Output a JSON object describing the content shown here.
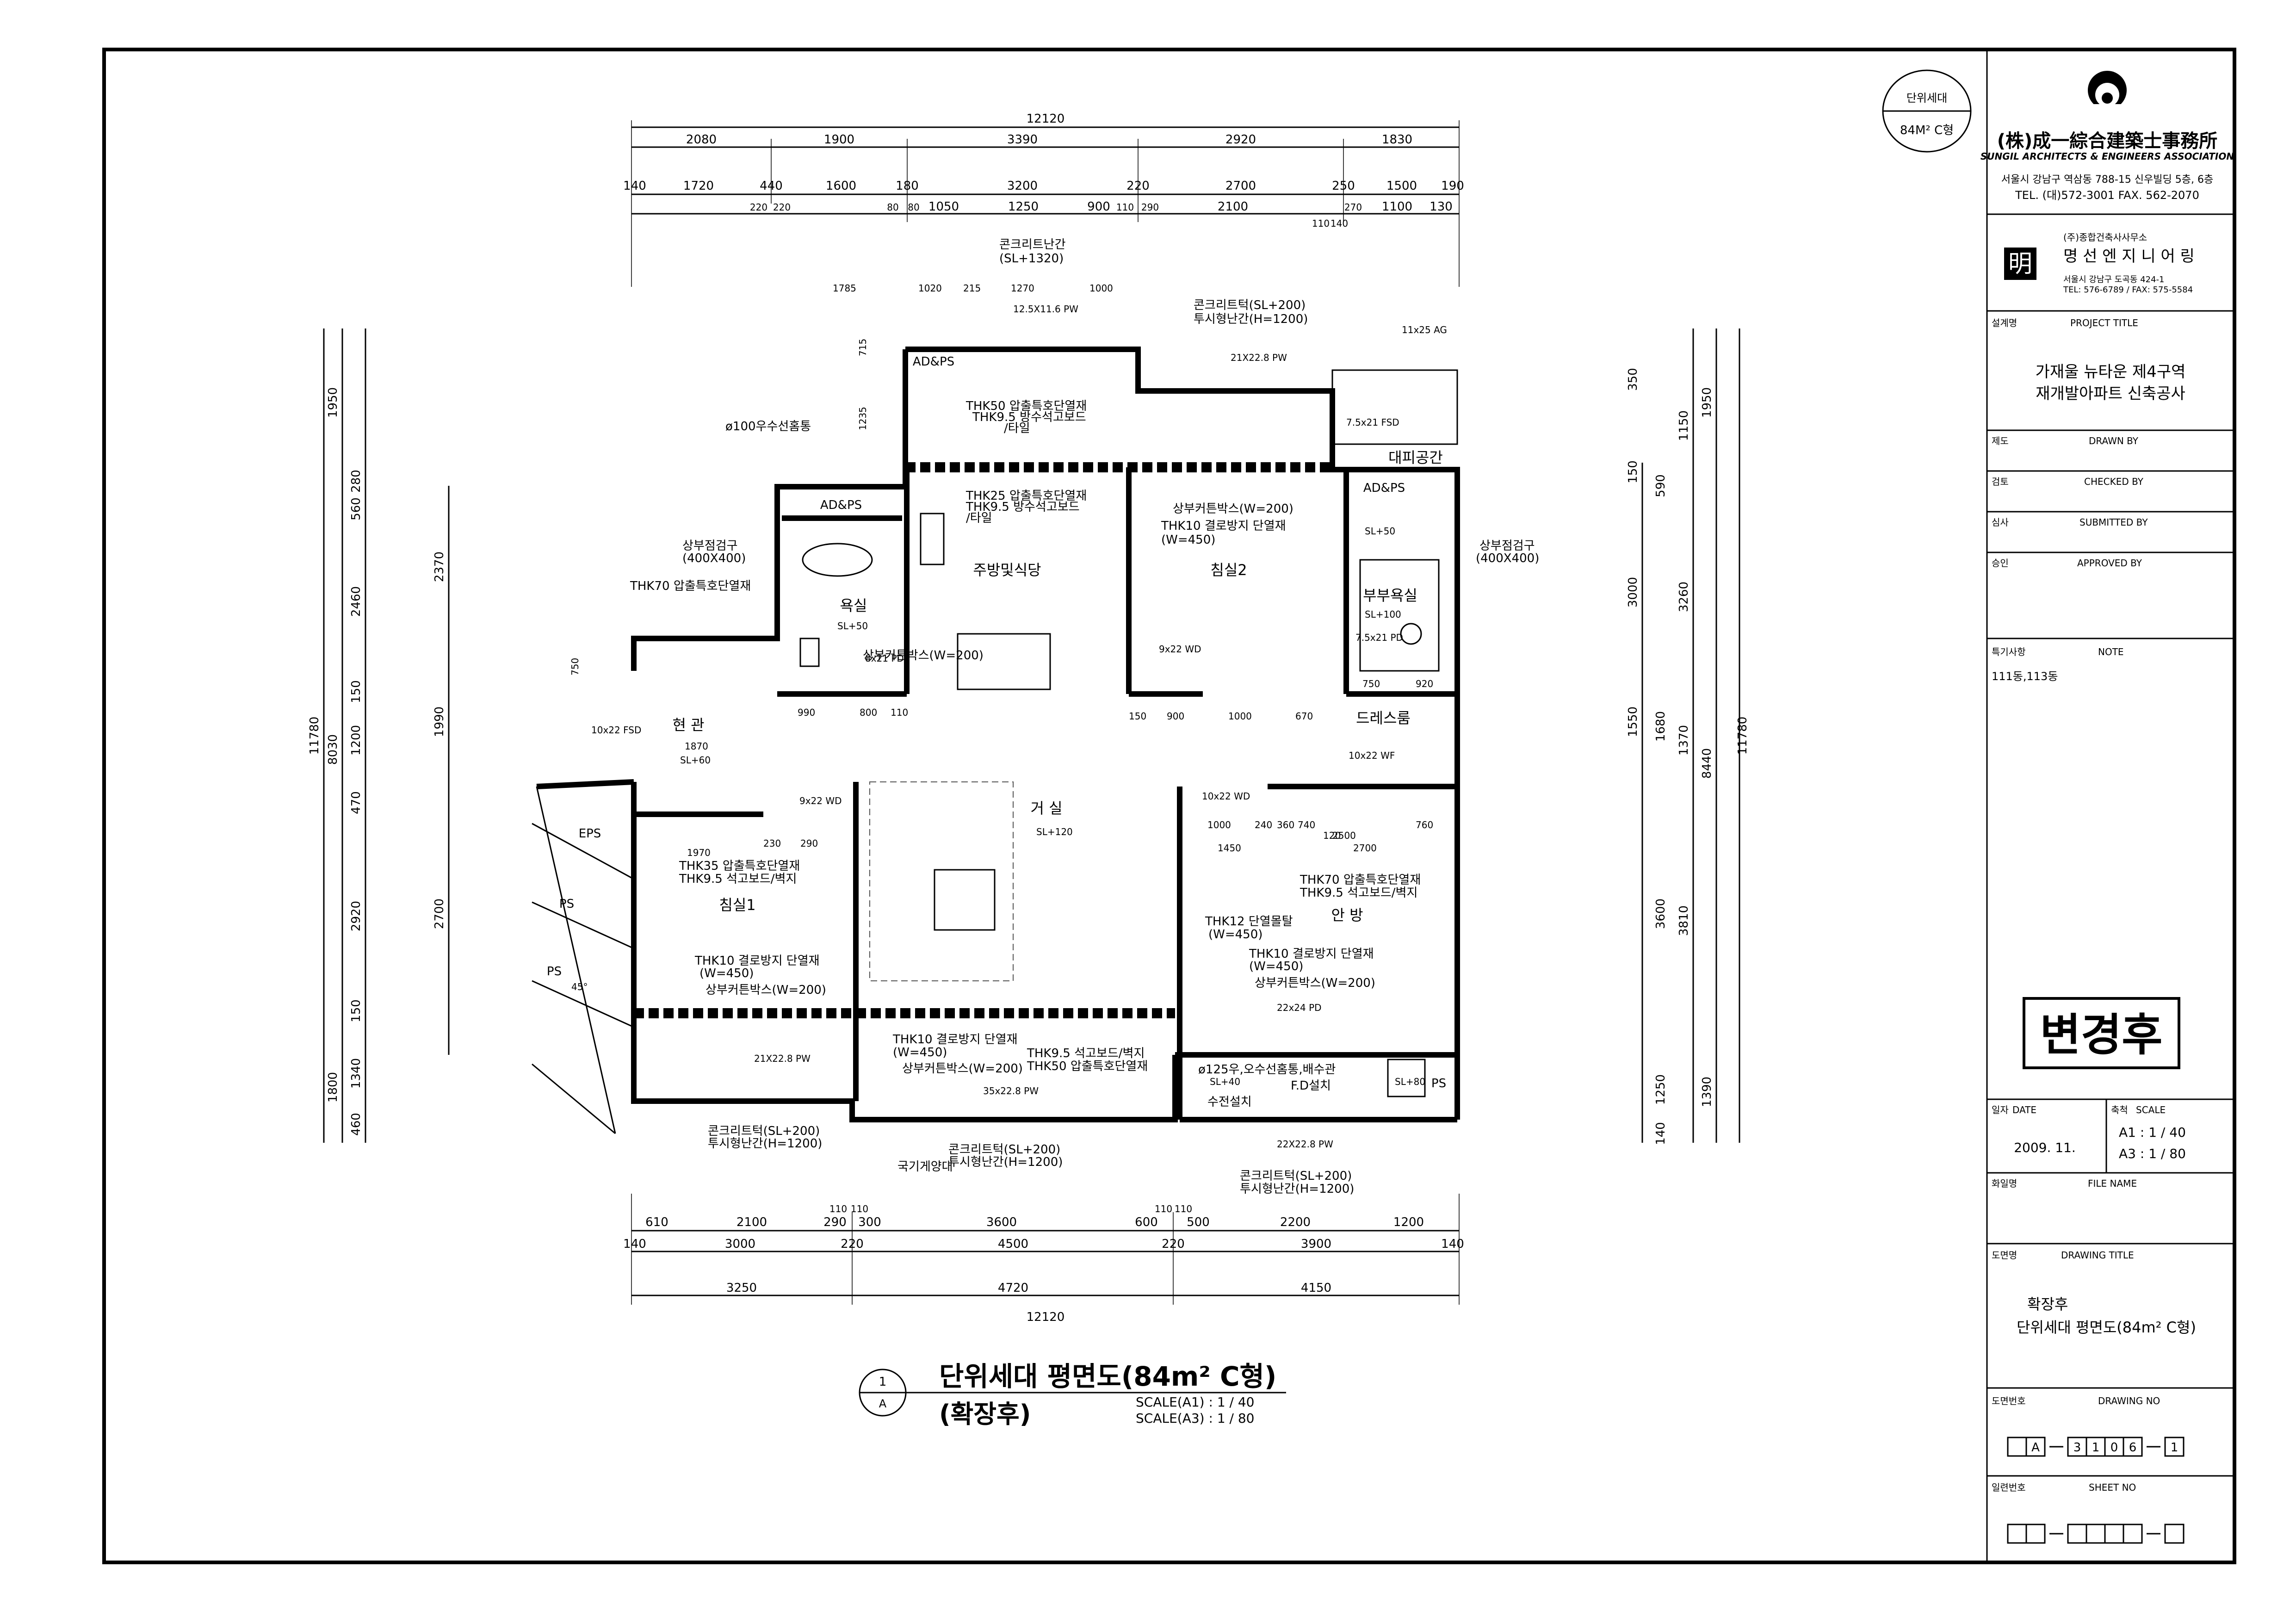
{
  "stamp": {
    "line1": "단위세대",
    "line2": "84M² C형"
  },
  "firm": {
    "name": "(株)成一綜合建築士事務所",
    "name_en": "SUNGIL ARCHITECTS & ENGINEERS ASSOCIATION",
    "address": "서울시 강남구 역삼동 788-15 신우빌딩 5층, 6층",
    "tel": "TEL. (대)572-3001  FAX. 562-2070"
  },
  "consultant": {
    "logo_char": "明",
    "line1": "(주)종합건축사사무소",
    "name": "명 선 엔 지 니 어 링",
    "address": "서울시 강남구 도곡동 424-1",
    "tel": "TEL: 576-6789 / FAX: 575-5584"
  },
  "project": {
    "label_kr": "설계명",
    "label_en": "PROJECT TITLE",
    "title1": "가재울 뉴타운 제4구역",
    "title2": "재개발아파트 신축공사"
  },
  "signoffs": [
    {
      "kr": "제도",
      "en": "DRAWN BY"
    },
    {
      "kr": "검토",
      "en": "CHECKED BY"
    },
    {
      "kr": "심사",
      "en": "SUBMITTED BY"
    },
    {
      "kr": "승인",
      "en": "APPROVED BY"
    }
  ],
  "note": {
    "label_kr": "특기사항",
    "label_en": "NOTE",
    "text": "111동,113동"
  },
  "revision_stamp": "변경후",
  "date": {
    "label_kr": "일자",
    "label_en": "DATE",
    "value": "2009. 11."
  },
  "scale": {
    "label_kr": "축척",
    "label_en": "SCALE",
    "a1": "A1 :  1  / 40",
    "a3": "A3 :  1  / 80"
  },
  "file": {
    "label_kr": "화일명",
    "label_en": "FILE NAME"
  },
  "drawing_title": {
    "label_kr": "도면명",
    "label_en": "DRAWING TITLE",
    "line1": "확장후",
    "line2": "단위세대 평면도(84m² C형)"
  },
  "drawing_no": {
    "label_kr": "도면번호",
    "label_en": "DRAWING NO",
    "cells": [
      "A",
      "3",
      "1",
      "0",
      "6",
      "1"
    ]
  },
  "sheet_no": {
    "label_kr": "일련번호",
    "label_en": "SHEET NO"
  },
  "plan_title": {
    "num": "1",
    "sheet": "A",
    "title": "단위세대 평면도(84m² C형)",
    "subtitle": "(확장후)",
    "scale_a1": "SCALE(A1) : 1 / 40",
    "scale_a3": "SCALE(A3) : 1 / 80"
  },
  "rooms": {
    "entrance": "현 관",
    "bath": "욕실",
    "kitchen": "주방및식당",
    "bed2": "침실2",
    "master_bath": "부부욕실",
    "dress": "드레스룸",
    "living": "거 실",
    "bed1": "침실1",
    "master": "안 방",
    "refuge": "대피공간",
    "adps1": "AD&PS",
    "adps2": "AD&PS",
    "adps3": "AD&PS",
    "eps": "EPS",
    "ps1": "PS",
    "ps2": "PS",
    "ps3": "PS"
  },
  "dims_top": {
    "total": "12120",
    "row1": [
      "2080",
      "1900",
      "3390",
      "2920",
      "1830"
    ],
    "row2": [
      "140",
      "1720",
      "440",
      "1600",
      "180",
      "3200",
      "220",
      "2700",
      "250",
      "1500",
      "190"
    ],
    "row3": [
      "220",
      "220",
      "80",
      "80",
      "1050",
      "1250",
      "900",
      "110",
      "290",
      "2100",
      "110",
      "140",
      "270",
      "1100",
      "130"
    ]
  },
  "dims_bottom": {
    "row1": [
      "610",
      "2100",
      "110",
      "110",
      "290",
      "300",
      "3600",
      "600",
      "110",
      "110",
      "500",
      "2200",
      "1200"
    ],
    "row2": [
      "140",
      "3000",
      "220",
      "4500",
      "220",
      "3900",
      "140"
    ],
    "row3": [
      "3250",
      "4720",
      "4150"
    ],
    "total": "12120"
  },
  "dims_left": {
    "total": "11780",
    "row1": [
      "1950",
      "8030",
      "1800"
    ],
    "row2": [
      "280",
      "560",
      "2460",
      "150",
      "1200",
      "470",
      "2920",
      "150",
      "1340",
      "460"
    ],
    "row3": [
      "2370",
      "1990",
      "2700"
    ]
  },
  "dims_right": {
    "total": "11780",
    "row1": [
      "1950",
      "8440",
      "1390"
    ],
    "row2": [
      "1150",
      "3260",
      "1370",
      "3810"
    ],
    "row3": [
      "350",
      "150",
      "590",
      "3000",
      "1550",
      "1680",
      "3600",
      "1250",
      "140"
    ]
  },
  "annotations": [
    "콘크리트난간",
    "(SL+1320)",
    "콘크리트턱(SL+200)",
    "투시형난간(H=1200)",
    "12.5X11.6 PW",
    "21X22.8 PW",
    "11x25 AG",
    "7.5x21 FSD",
    "THK50 압출특호단열재",
    "THK9.5 방수석고보드",
    "/타일",
    "ø100우수선홈통",
    "THK25 압출특호단열재",
    "THK9.5 방수석고보드",
    "/타일",
    "상부커튼박스(W=200)",
    "THK10 결로방지 단열재",
    "(W=450)",
    "상부점검구",
    "(400X400)",
    "THK70 압출특호단열재",
    "SL+50",
    "SL+50",
    "8x21 PD",
    "9x22 WD",
    "7.5x21 PD",
    "SL+100",
    "10x22 FSD",
    "SL+60",
    "9x22 WD",
    "SL+120",
    "10x22 WD",
    "10x22 WF",
    "THK35 압출특호단열재",
    "THK9.5 석고보드/벽지",
    "THK70 압출특호단열재",
    "THK9.5 석고보드/벽지",
    "THK12 단열몰탈",
    "(W=450)",
    "THK10 결로방지 단열재",
    "(W=450)",
    "상부커튼박스(W=200)",
    "THK10 결로방지 단열재",
    "(W=450)",
    "상부커튼박스(W=200)",
    "22x24 PD",
    "THK10 결로방지 단열재",
    "(W=450)",
    "상부커튼박스(W=200)",
    "THK9.5 석고보드/벽지",
    "THK50 압출특호단열재",
    "21X22.8 PW",
    "35x22.8 PW",
    "ø125우,오수선홈통,배수관",
    "SL+40",
    "수전설치",
    "F.D설치",
    "SL+80",
    "22X22.8 PW",
    "콘크리트턱(SL+200)",
    "투시형난간(H=1200)",
    "콘크리트턱(SL+200)",
    "투시형난간(H=1200)",
    "국기게양대",
    "콘크리트턱(SL+200)",
    "투시형난간(H=1200)",
    "상부점검구",
    "(400X400)",
    "45°",
    "상부커튼박스(W=200)"
  ],
  "interior_dims": [
    "1785",
    "1020",
    "215",
    "1270",
    "1000",
    "715",
    "1235",
    "990",
    "800",
    "110",
    "150",
    "900",
    "1000",
    "670",
    "750",
    "920",
    "1870",
    "1970",
    "230",
    "290",
    "1000",
    "240",
    "360",
    "740",
    "120",
    "2500",
    "760",
    "1450",
    "2700",
    "750"
  ]
}
